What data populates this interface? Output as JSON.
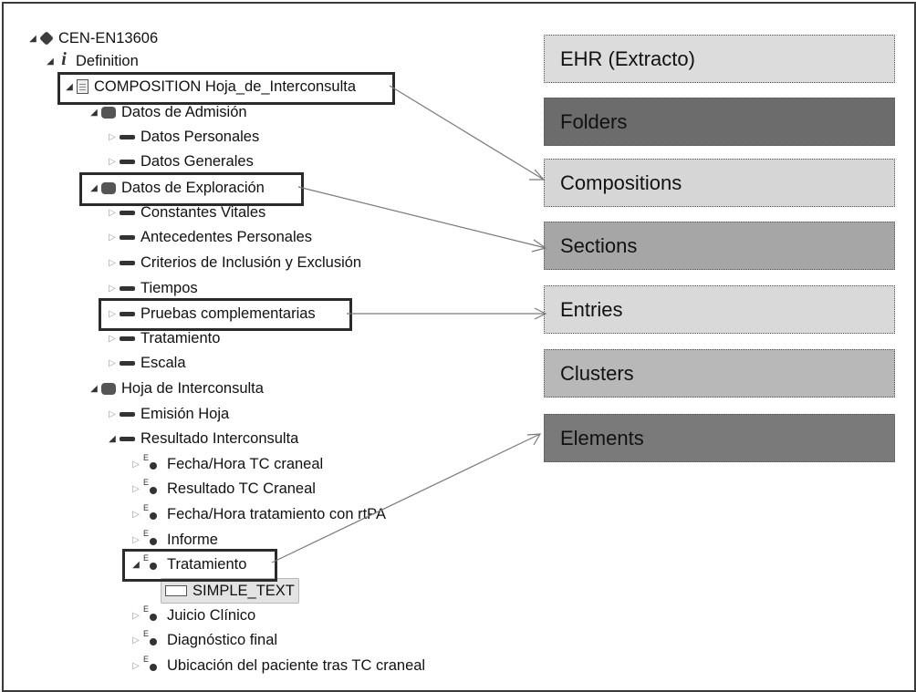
{
  "tree": {
    "root": "CEN-EN13606",
    "definition": "Definition",
    "composition": "COMPOSITION Hoja_de_Interconsulta",
    "datos_admision": "Datos de Admisión",
    "datos_personales": "Datos Personales",
    "datos_generales": "Datos Generales",
    "datos_exploracion": "Datos de Exploración",
    "constantes_vitales": "Constantes Vitales",
    "antecedentes_personales": "Antecedentes Personales",
    "criterios": "Criterios de Inclusión y Exclusión",
    "tiempos": "Tiempos",
    "pruebas": "Pruebas complementarias",
    "tratamiento_entry": "Tratamiento",
    "escala": "Escala",
    "hoja_interconsulta": "Hoja de Interconsulta",
    "emision_hoja": "Emisión Hoja",
    "resultado_interconsulta": "Resultado Interconsulta",
    "fecha_tc": "Fecha/Hora TC craneal",
    "resultado_tc": "Resultado TC Craneal",
    "fecha_rtpa": "Fecha/Hora tratamiento con rtPA",
    "informe": "Informe",
    "tratamiento_element": "Tratamiento",
    "simple_text": "SIMPLE_TEXT",
    "juicio_clinico": "Juicio Clínico",
    "diagnostico_final": "Diagnóstico final",
    "ubicacion": "Ubicación del paciente tras TC craneal"
  },
  "levels": {
    "ehr": "EHR (Extracto)",
    "folders": "Folders",
    "compositions": "Compositions",
    "sections": "Sections",
    "entries": "Entries",
    "clusters": "Clusters",
    "elements": "Elements"
  },
  "colors": {
    "ehr": "#dcdcdc",
    "folders": "#6c6c6c",
    "compositions": "#d6d6d6",
    "sections": "#a6a6a6",
    "entries": "#d9d9d9",
    "clusters": "#b8b8b8",
    "elements": "#7a7a7a"
  }
}
